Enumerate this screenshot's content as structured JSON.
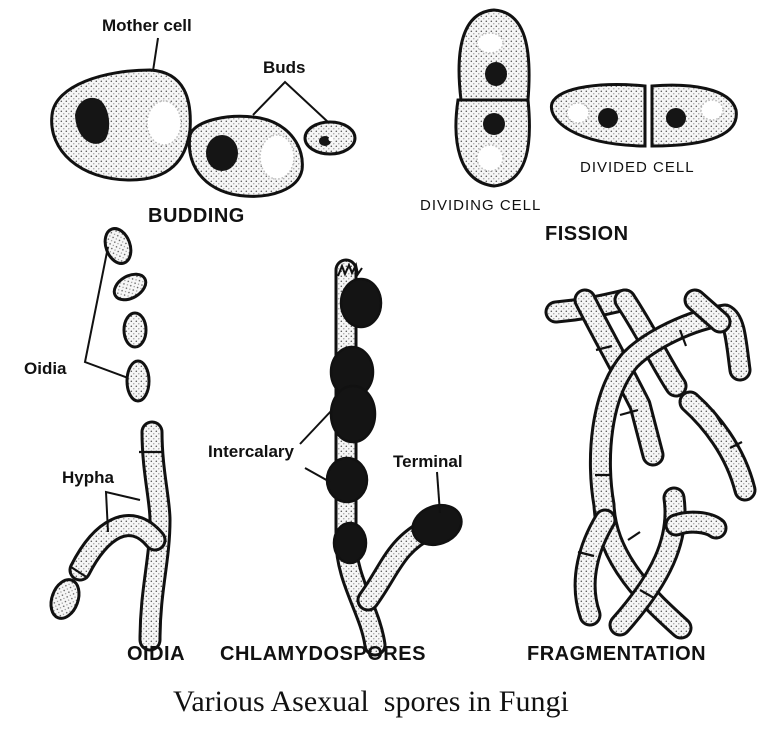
{
  "figure": {
    "caption": "Various Asexual  spores in Fungi",
    "colors": {
      "ink": "#111111",
      "background": "#ffffff",
      "stipple": "#555555"
    }
  },
  "budding": {
    "heading": "BUDDING",
    "labels": {
      "mother_cell": "Mother cell",
      "buds": "Buds"
    }
  },
  "fission": {
    "heading": "FISSION",
    "labels": {
      "dividing_cell": "DIVIDING CELL",
      "divided_cell": "DIVIDED CELL"
    }
  },
  "oidia": {
    "heading": "OIDIA",
    "labels": {
      "oidia": "Oidia",
      "hypha": "Hypha"
    }
  },
  "chlamydospores": {
    "heading": "CHLAMYDOSPORES",
    "labels": {
      "intercalary": "Intercalary",
      "terminal": "Terminal"
    }
  },
  "fragmentation": {
    "heading": "FRAGMENTATION"
  }
}
